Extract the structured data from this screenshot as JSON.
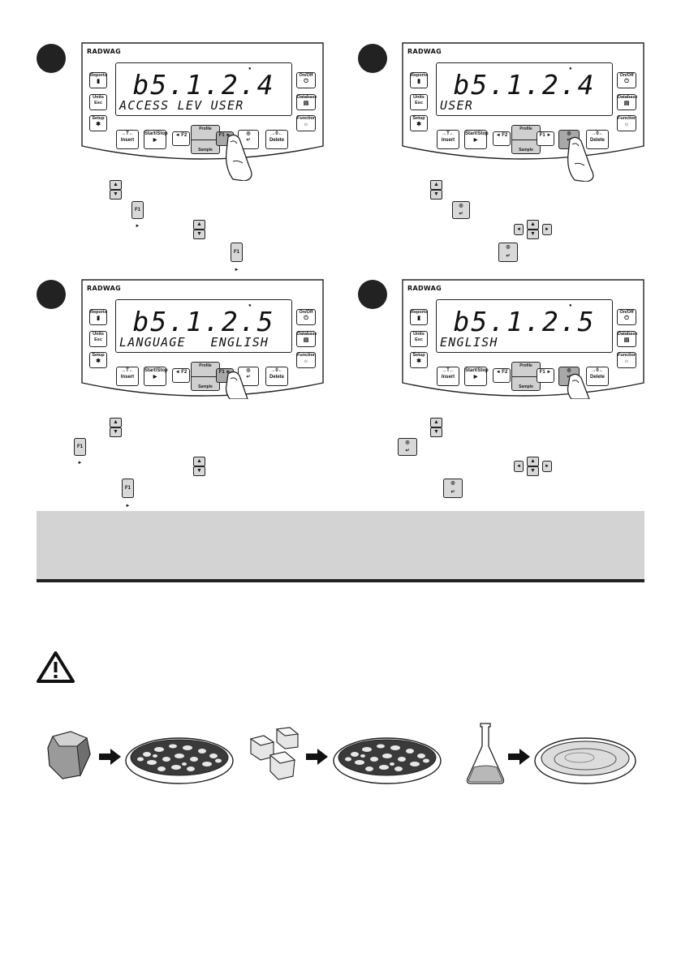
{
  "brand": "RADWAG",
  "keys": {
    "reports": "Reports",
    "units": "Units",
    "esc": "Esc",
    "setup": "Setup",
    "onoff": "On/Off",
    "database": "Database",
    "function": "Function",
    "tare_symbol": "→T←",
    "insert": "Insert",
    "startstop": "Start/Stop",
    "f2": "◄ F2",
    "profile": "Profile",
    "sample": "Sample",
    "f1": "F1 ►",
    "zero_symbol": "→0←",
    "delete": "Delete"
  },
  "panels": [
    {
      "id": 1,
      "big": "b5.1.2.4",
      "small": "ACCESS LEV USER",
      "pressed": "f1"
    },
    {
      "id": 2,
      "big": "b5.1.2.4",
      "small": "USER",
      "pressed": "enter"
    },
    {
      "id": 3,
      "big": "b5.1.2.5",
      "small": "LANGUAGE   ENGLISH",
      "pressed": "f1"
    },
    {
      "id": 4,
      "big": "b5.1.2.5",
      "small": "ENGLISH",
      "pressed": "enter"
    }
  ],
  "instruction_keys": {
    "f1": "F1 ►",
    "up": "▲",
    "down": "▼",
    "left": "◄",
    "right": "►",
    "enter": "↵"
  },
  "colors": {
    "key_pressed": "#a8a8a8",
    "band": "#d3d3d3",
    "rule": "#222222"
  },
  "icons": [
    "warning-triangle-icon",
    "rock-icon",
    "cubes-icon",
    "flask-icon",
    "dish-icon",
    "arrow-right-icon"
  ]
}
